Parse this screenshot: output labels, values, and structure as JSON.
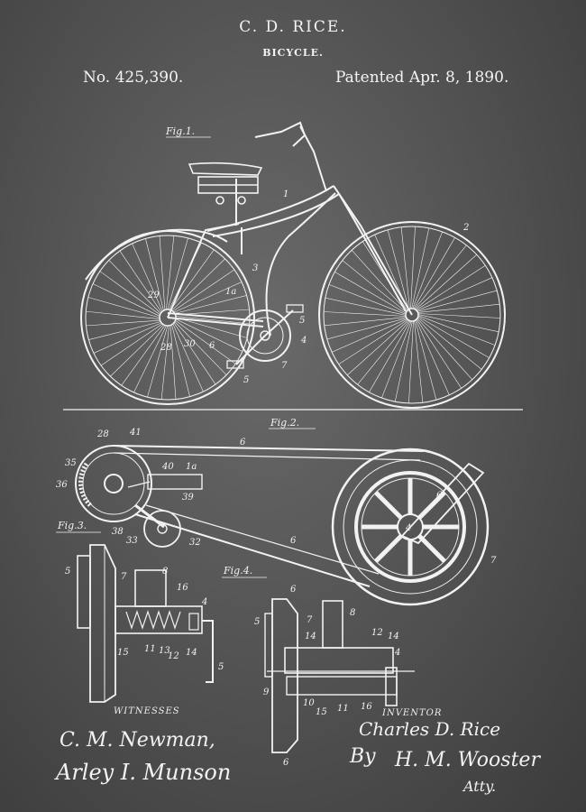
{
  "header": {
    "inventor": "C. D. RICE.",
    "title": "BICYCLE.",
    "patent_number": "No. 425,390.",
    "patented_date": "Patented Apr. 8, 1890."
  },
  "figures": [
    {
      "label": "Fig.1."
    },
    {
      "label": "Fig.2."
    },
    {
      "label": "Fig.3."
    },
    {
      "label": "Fig.4."
    }
  ],
  "reference_numerals": {
    "frame": "1",
    "rear_wheel": "2",
    "front_wheel": "2",
    "fork": "3",
    "pulley_hub": "4",
    "pedal": "5",
    "crank": "6",
    "pulley": "7",
    "pulley_rim": "7",
    "hanger": "8",
    "bracket": "1a",
    "hub_a": "28",
    "hub_b": "29",
    "nut": "30",
    "belt": "6",
    "axle_box": "35",
    "axle": "36",
    "arm": "38",
    "rod": "39",
    "link": "40",
    "pivot": "41",
    "tension_arm": "33",
    "tension_pulley": "32",
    "spring": "16",
    "ring": "12",
    "ring_b": "14",
    "washer": "15",
    "collar": "11",
    "sleeve": "13",
    "bolt": "9",
    "bush": "10"
  },
  "witnesses": {
    "label": "WITNESSES",
    "names": [
      "C. M. Newman,",
      "Arley I. Munson"
    ]
  },
  "inventor": {
    "label": "INVENTOR",
    "signature": "Charles D. Rice",
    "by": "By",
    "attorney": "H. M. Wooster",
    "attorney_title": "Atty."
  },
  "colors": {
    "background": "#555555",
    "ink": "#f2f2f2"
  }
}
